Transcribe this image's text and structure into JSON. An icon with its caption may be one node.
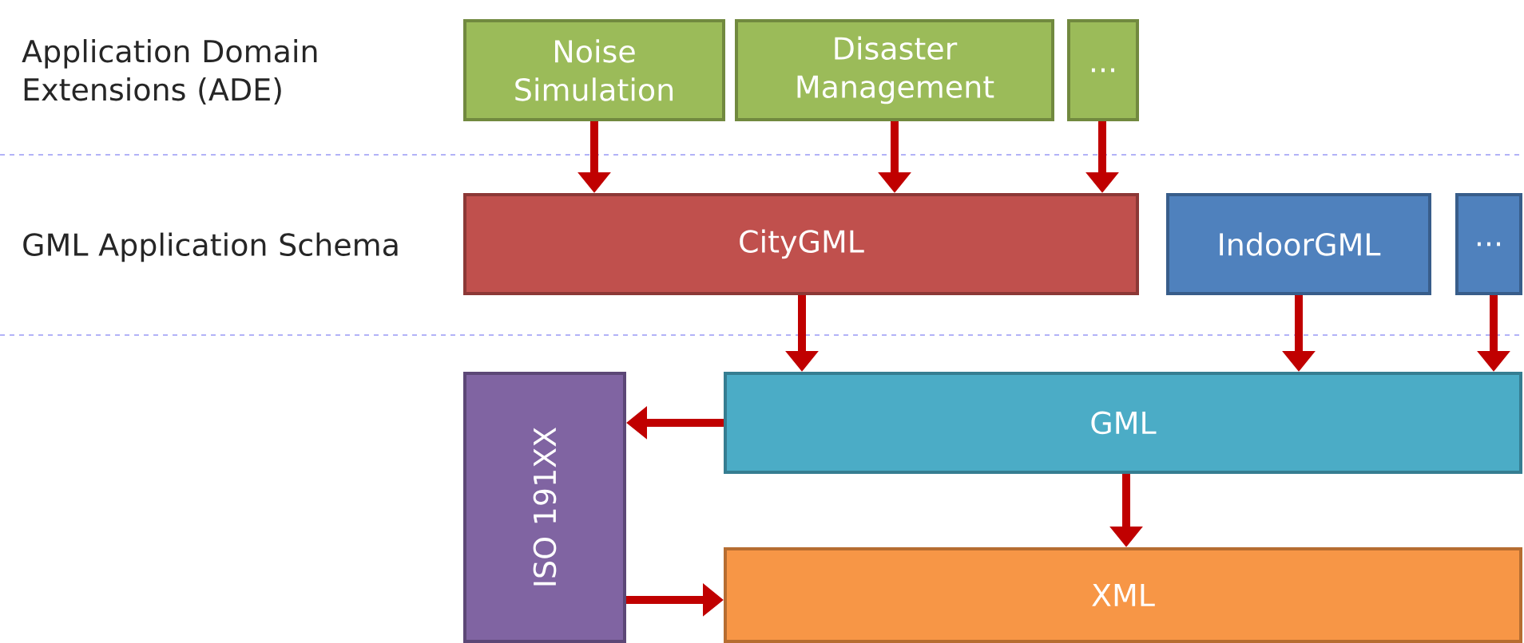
{
  "diagram": {
    "nodes": [
      {
        "text": [
          "Noise Simulation"
        ]
      },
      {
        "text": [
          "Disaster Management"
        ]
      },
      {
        "text": [
          "..."
        ]
      },
      {
        "text": [
          "CityGML"
        ]
      },
      {
        "text": [
          "IndoorGML"
        ]
      },
      {
        "text": [
          "..."
        ]
      },
      {
        "text": [
          "ISO 191XX"
        ]
      },
      {
        "text": [
          "GML"
        ]
      },
      {
        "text": [
          "XML"
        ]
      }
    ],
    "edges": [
      {
        "from": 0,
        "to": 3,
        "arrow": "to"
      },
      {
        "from": 1,
        "to": 3,
        "arrow": "to"
      },
      {
        "from": 2,
        "to": 3,
        "arrow": "to"
      },
      {
        "from": 3,
        "to": 7,
        "arrow": "to"
      },
      {
        "from": 4,
        "to": 7,
        "arrow": "to"
      },
      {
        "from": 5,
        "to": 7,
        "arrow": "to"
      },
      {
        "from": 7,
        "to": 6,
        "arrow": "to"
      },
      {
        "from": 6,
        "to": 8,
        "arrow": "to"
      },
      {
        "from": 7,
        "to": 8,
        "arrow": "to"
      }
    ],
    "labels": [
      "Application Domain Extensions (ADE)",
      "GML Application Schema"
    ]
  }
}
